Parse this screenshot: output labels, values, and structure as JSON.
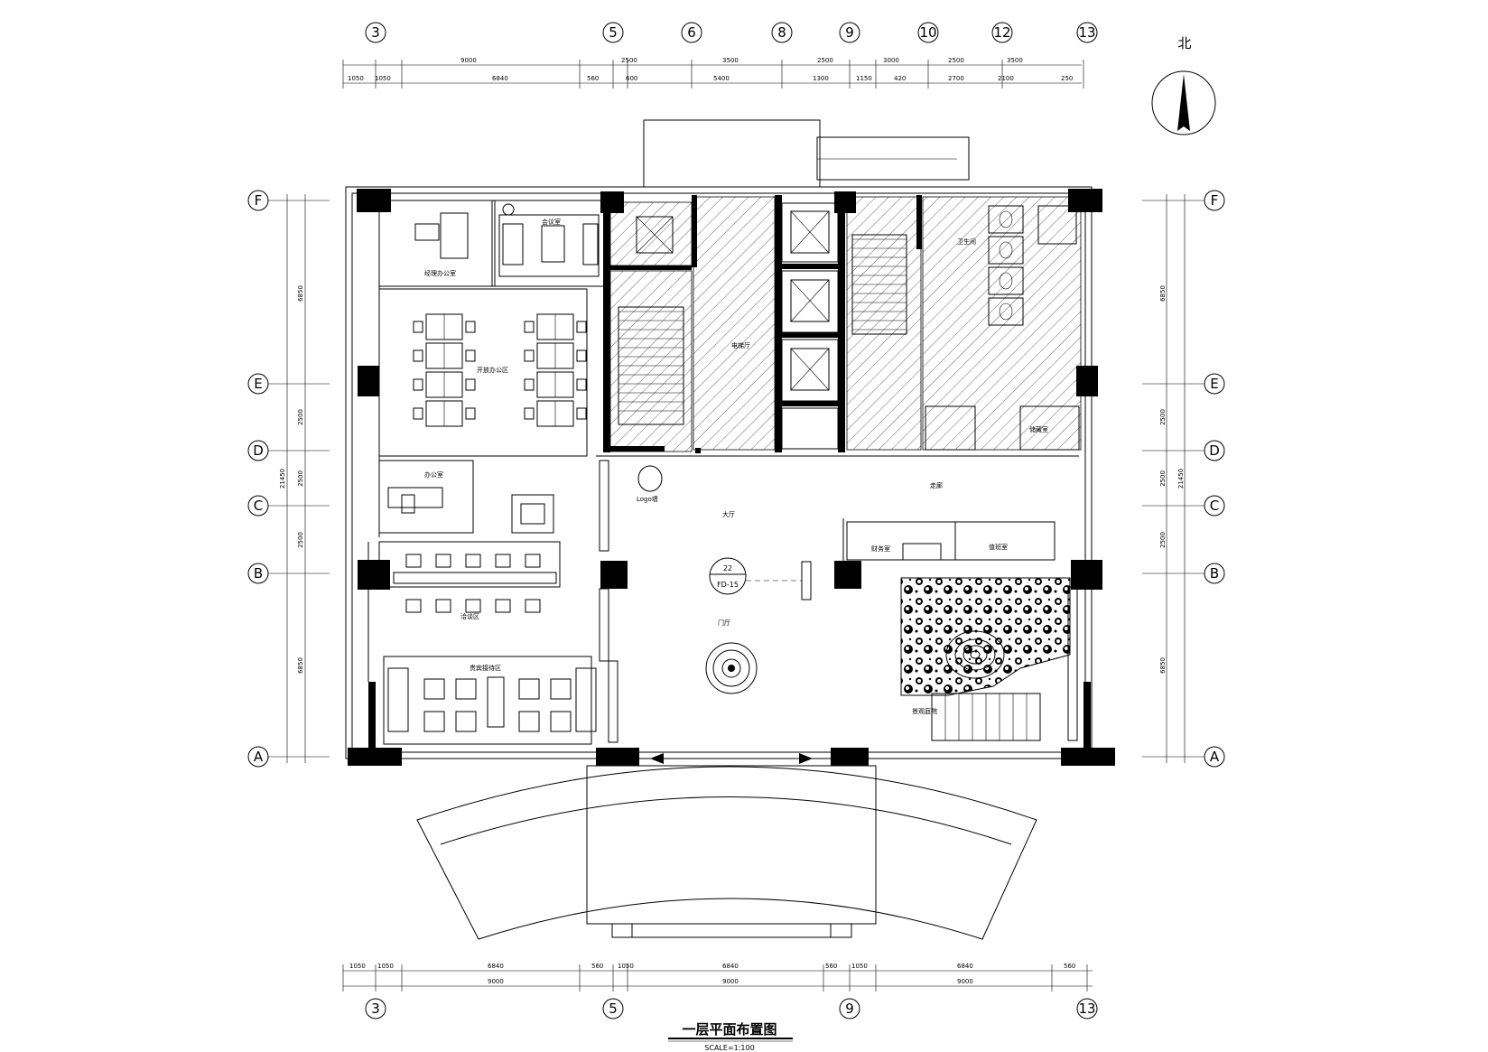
{
  "drawing": {
    "title": "一层平面布置图",
    "scale": "SCALE=1:100",
    "north": "北"
  },
  "axes": {
    "top": [
      "3",
      "5",
      "6",
      "8",
      "9",
      "10",
      "12",
      "13"
    ],
    "bottom": [
      "3",
      "5",
      "9",
      "13"
    ],
    "sides": [
      "F",
      "E",
      "D",
      "C",
      "B",
      "A"
    ]
  },
  "dimensions": {
    "top_outer": [
      "9000",
      "2500",
      "3500",
      "2500",
      "3000",
      "2500",
      "3500"
    ],
    "top_inner": [
      "1050",
      "1050",
      "6840",
      "560",
      "600",
      "5400",
      "1300",
      "1150",
      "420",
      "2700",
      "2100",
      "250"
    ],
    "bottom_inner": [
      "1050",
      "1050",
      "6840",
      "560",
      "1050",
      "6840",
      "560",
      "1050",
      "6840",
      "560"
    ],
    "bottom_outer": [
      "9000",
      "9000",
      "9000"
    ],
    "left_outer": [
      "6850",
      "2500",
      "2500",
      "2500",
      "6850"
    ],
    "left_total": "21450",
    "right_outer": [
      "6850",
      "2500",
      "2500",
      "2500",
      "6850"
    ],
    "right_total": "21450"
  },
  "rooms": {
    "office_top_left": "经理办公室",
    "meeting": "会议室",
    "open_office": "开放办公区",
    "office_mid": "办公室",
    "reception_area": "洽谈区",
    "lounge": "贵宾接待区",
    "hall": "大厅",
    "lobby": "门厅",
    "corridor": "走廊",
    "elevator_hall": "电梯厅",
    "wc": "卫生间",
    "storage": "储藏室",
    "finance": "财务室",
    "duty": "值班室",
    "garden": "景观庭院",
    "logo": "Logo墙",
    "fd_num": "22",
    "fd_code": "FD-15"
  }
}
